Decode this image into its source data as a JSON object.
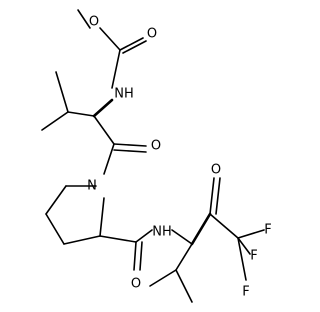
{
  "molecule": {
    "atoms": [
      {
        "id": "O1",
        "label": "O"
      },
      {
        "id": "O2",
        "label": "O"
      },
      {
        "id": "NH1",
        "label": "NH"
      },
      {
        "id": "O3",
        "label": "O"
      },
      {
        "id": "N1",
        "label": "N"
      },
      {
        "id": "O4",
        "label": "O"
      },
      {
        "id": "NH2",
        "label": "NH"
      },
      {
        "id": "O5",
        "label": "O"
      },
      {
        "id": "F1",
        "label": "F"
      },
      {
        "id": "F2",
        "label": "F"
      },
      {
        "id": "F3",
        "label": "F"
      }
    ]
  }
}
